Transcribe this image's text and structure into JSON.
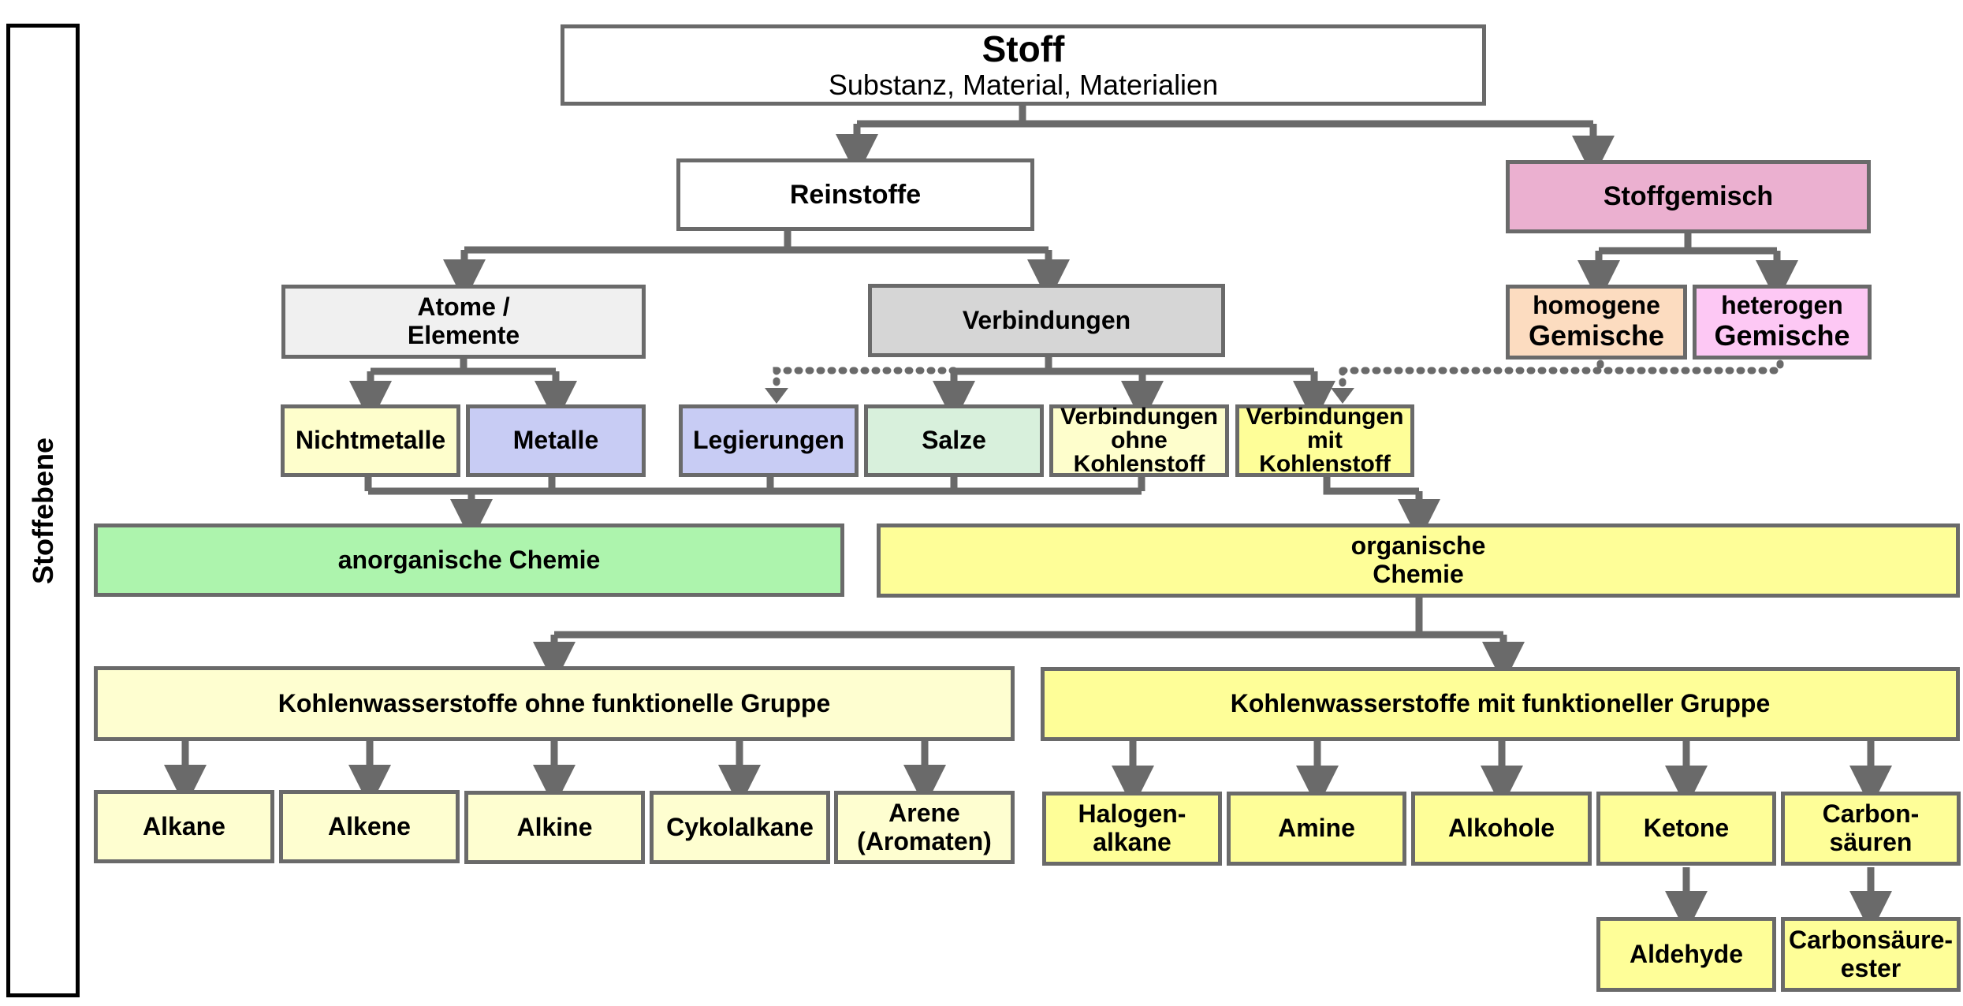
{
  "sidebar": {
    "label": "Stoffebene"
  },
  "stoff": {
    "title": "Stoff",
    "subtitle": "Substanz, Material, Materialien"
  },
  "reinstoffe": "Reinstoffe",
  "stoffgemisch": "Stoffgemisch",
  "atome": {
    "line1": "Atome /",
    "line2": "Elemente"
  },
  "verbindungen": "Verbindungen",
  "homogene": {
    "line1": "homogene",
    "line2": "Gemische"
  },
  "heterogen": {
    "line1": "heterogen",
    "line2": "Gemische"
  },
  "nichtmetalle": "Nichtmetalle",
  "metalle": "Metalle",
  "legierungen": "Legierungen",
  "salze": "Salze",
  "verb_ohne": {
    "line1": "Verbindungen",
    "line2": "ohne",
    "line3": "Kohlenstoff"
  },
  "verb_mit": {
    "line1": "Verbindungen",
    "line2": "mit",
    "line3": "Kohlenstoff"
  },
  "anorganisch": "anorganische Chemie",
  "organisch": {
    "line1": "organische",
    "line2": "Chemie"
  },
  "kw_ohne": "Kohlenwasserstoffe ohne funktionelle Gruppe",
  "kw_mit": "Kohlenwasserstoffe mit funktioneller Gruppe",
  "alkane": "Alkane",
  "alkene": "Alkene",
  "alkine": "Alkine",
  "cykolalkane": "Cykolalkane",
  "arene": {
    "line1": "Arene",
    "line2": "(Aromaten)"
  },
  "halogenalkane": {
    "line1": "Halogen-",
    "line2": "alkane"
  },
  "amine": "Amine",
  "alkohole": "Alkohole",
  "ketone": "Ketone",
  "carbonsaeuren": {
    "line1": "Carbon-",
    "line2": "säuren"
  },
  "aldehyde": "Aldehyde",
  "ester": {
    "line1": "Carbonsäure-",
    "line2": "ester"
  },
  "colors": {
    "connector": "#6a6a6a",
    "stoffgemisch": "#ebb0d0",
    "homogene": "#fcdcc0",
    "heterogen": "#fdc8f4",
    "atome": "#f0f0f0",
    "verbindungen": "#d6d6d6",
    "nichtmetalle": "#fefecc",
    "metalle": "#c8ccf4",
    "legierungen": "#c8ccf4",
    "salze": "#d8f0dc",
    "anorganisch": "#adf4ad",
    "organisch": "#fefe98",
    "kw_ohne": "#fefed0",
    "kw_mit": "#fefe98"
  }
}
